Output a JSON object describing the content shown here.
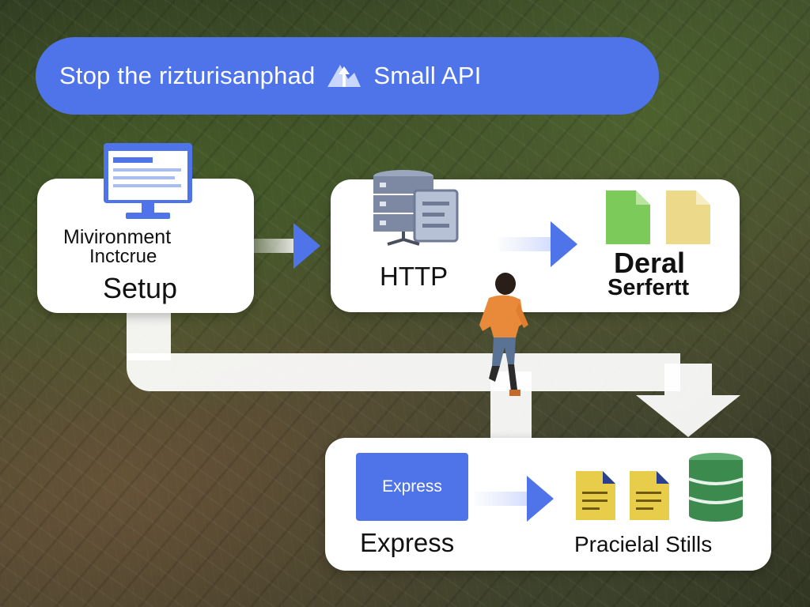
{
  "banner": {
    "text_left": "Stop the rizturisanphad",
    "text_right": "Small API",
    "color": "#4f74ea"
  },
  "setup_card": {
    "subtitle_line1": "Mivironment",
    "subtitle_line2": "Inctcrue",
    "title": "Setup"
  },
  "http_card": {
    "title": "HTTP",
    "deploy_line1": "Deral",
    "deploy_line2": "Serfertt"
  },
  "bottom_card": {
    "chip_label": "Express",
    "title": "Express",
    "caption": "Pracielal Stills"
  },
  "icons": {
    "monitor": "monitor-icon",
    "server": "server-icon",
    "doc_green": "document-icon",
    "doc_yellow": "document-icon",
    "db": "database-icon",
    "arrow": "arrow-right-icon",
    "person": "walking-person-figure"
  },
  "colors": {
    "accent_blue": "#4f74ea",
    "doc_green": "#7ccb5a",
    "doc_yellow": "#ecd98a",
    "db_green": "#3d8a4f",
    "file_yellow": "#e8cd4a"
  }
}
